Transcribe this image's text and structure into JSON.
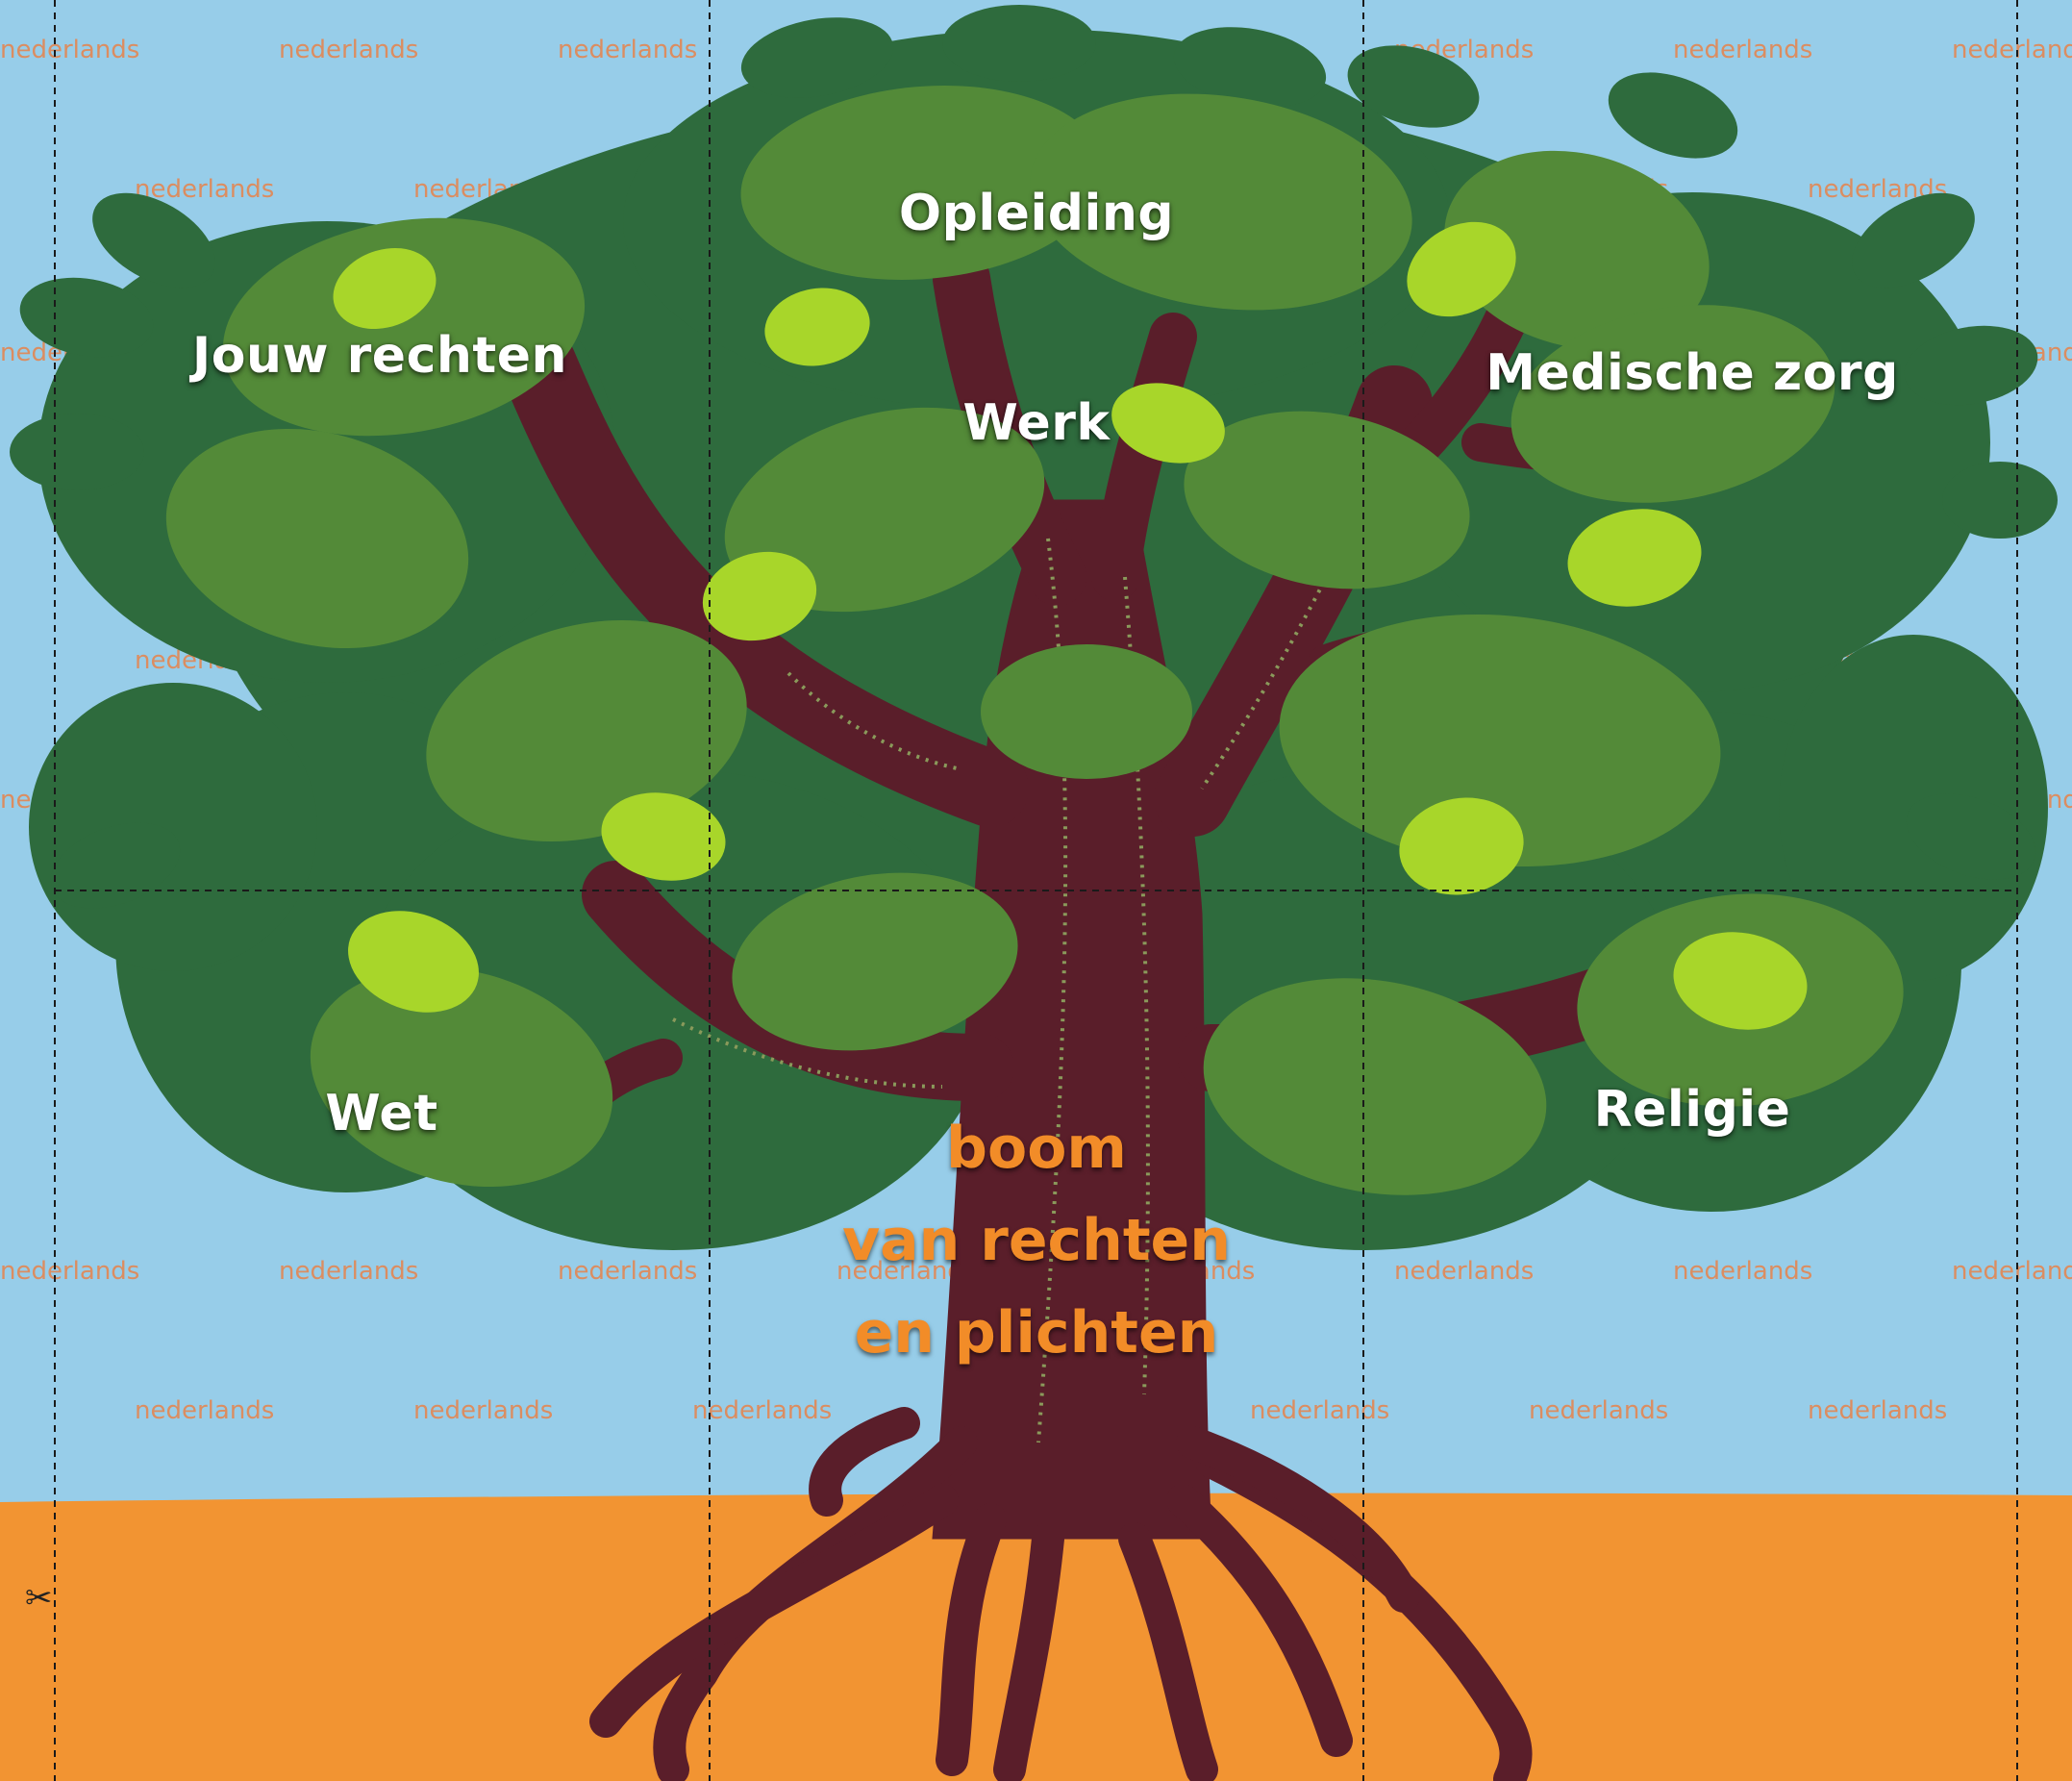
{
  "watermark_text": "nederlands",
  "labels": {
    "jouw_rechten": "Jouw rechten",
    "opleiding": "Opleiding",
    "werk": "Werk",
    "medische_zorg": "Medische zorg",
    "wet": "Wet",
    "religie": "Religie"
  },
  "title": {
    "line1": "boom",
    "line2": "van rechten",
    "line3": "en plichten"
  },
  "icons": {
    "scissors": "scissors-icon"
  },
  "colors": {
    "sky": "#97cde9",
    "ground": "#f29432",
    "trunk": "#5a1e2a",
    "leaf_dark": "#2e6b3d",
    "leaf_mid": "#538a38",
    "leaf_light": "#a8d62a",
    "title": "#f28c28"
  }
}
